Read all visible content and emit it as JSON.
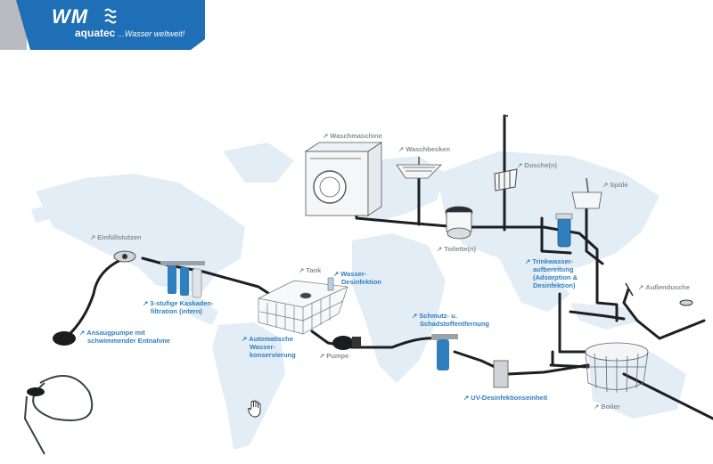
{
  "logo": {
    "brand": "WM",
    "sub_brand": "aquatec",
    "tagline": "...Wasser weltweit!"
  },
  "colors": {
    "brand_blue": "#1e6fb5",
    "label_blue": "#2f7fbf",
    "label_gray": "#8a8f95",
    "map": "#e3edf5"
  },
  "labels": {
    "waschmaschine": "Waschmaschine",
    "waschbecken": "Waschbecken",
    "dusche": "Dusche(n)",
    "spuele": "Spüle",
    "einfuellstutzen": "Einfüllstutzen",
    "tank": "Tank",
    "wasser_desinfektion": [
      "Wasser-",
      "Desinfektion"
    ],
    "toilette": "Toilette(n)",
    "trinkwasser": [
      "Trinkwasser-",
      "aufbereitung",
      "(Adsorption &",
      "Desinfektion)"
    ],
    "kaskaden": [
      "3-stufige Kaskaden-",
      "filtration (intern)"
    ],
    "aussendusche": "Außendusche",
    "schmutz": [
      "Schmutz- u.",
      "Schadstoffentfernung"
    ],
    "ansaugpumpe": [
      "Ansaugpumpe mit",
      "schwimmender Entnahme"
    ],
    "konservierung": [
      "Automatische",
      "Wasser-",
      "konservierung"
    ],
    "pumpe": "Pumpe",
    "uv": "UV-Desinfektionseinheit",
    "boiler": "Boiler"
  }
}
